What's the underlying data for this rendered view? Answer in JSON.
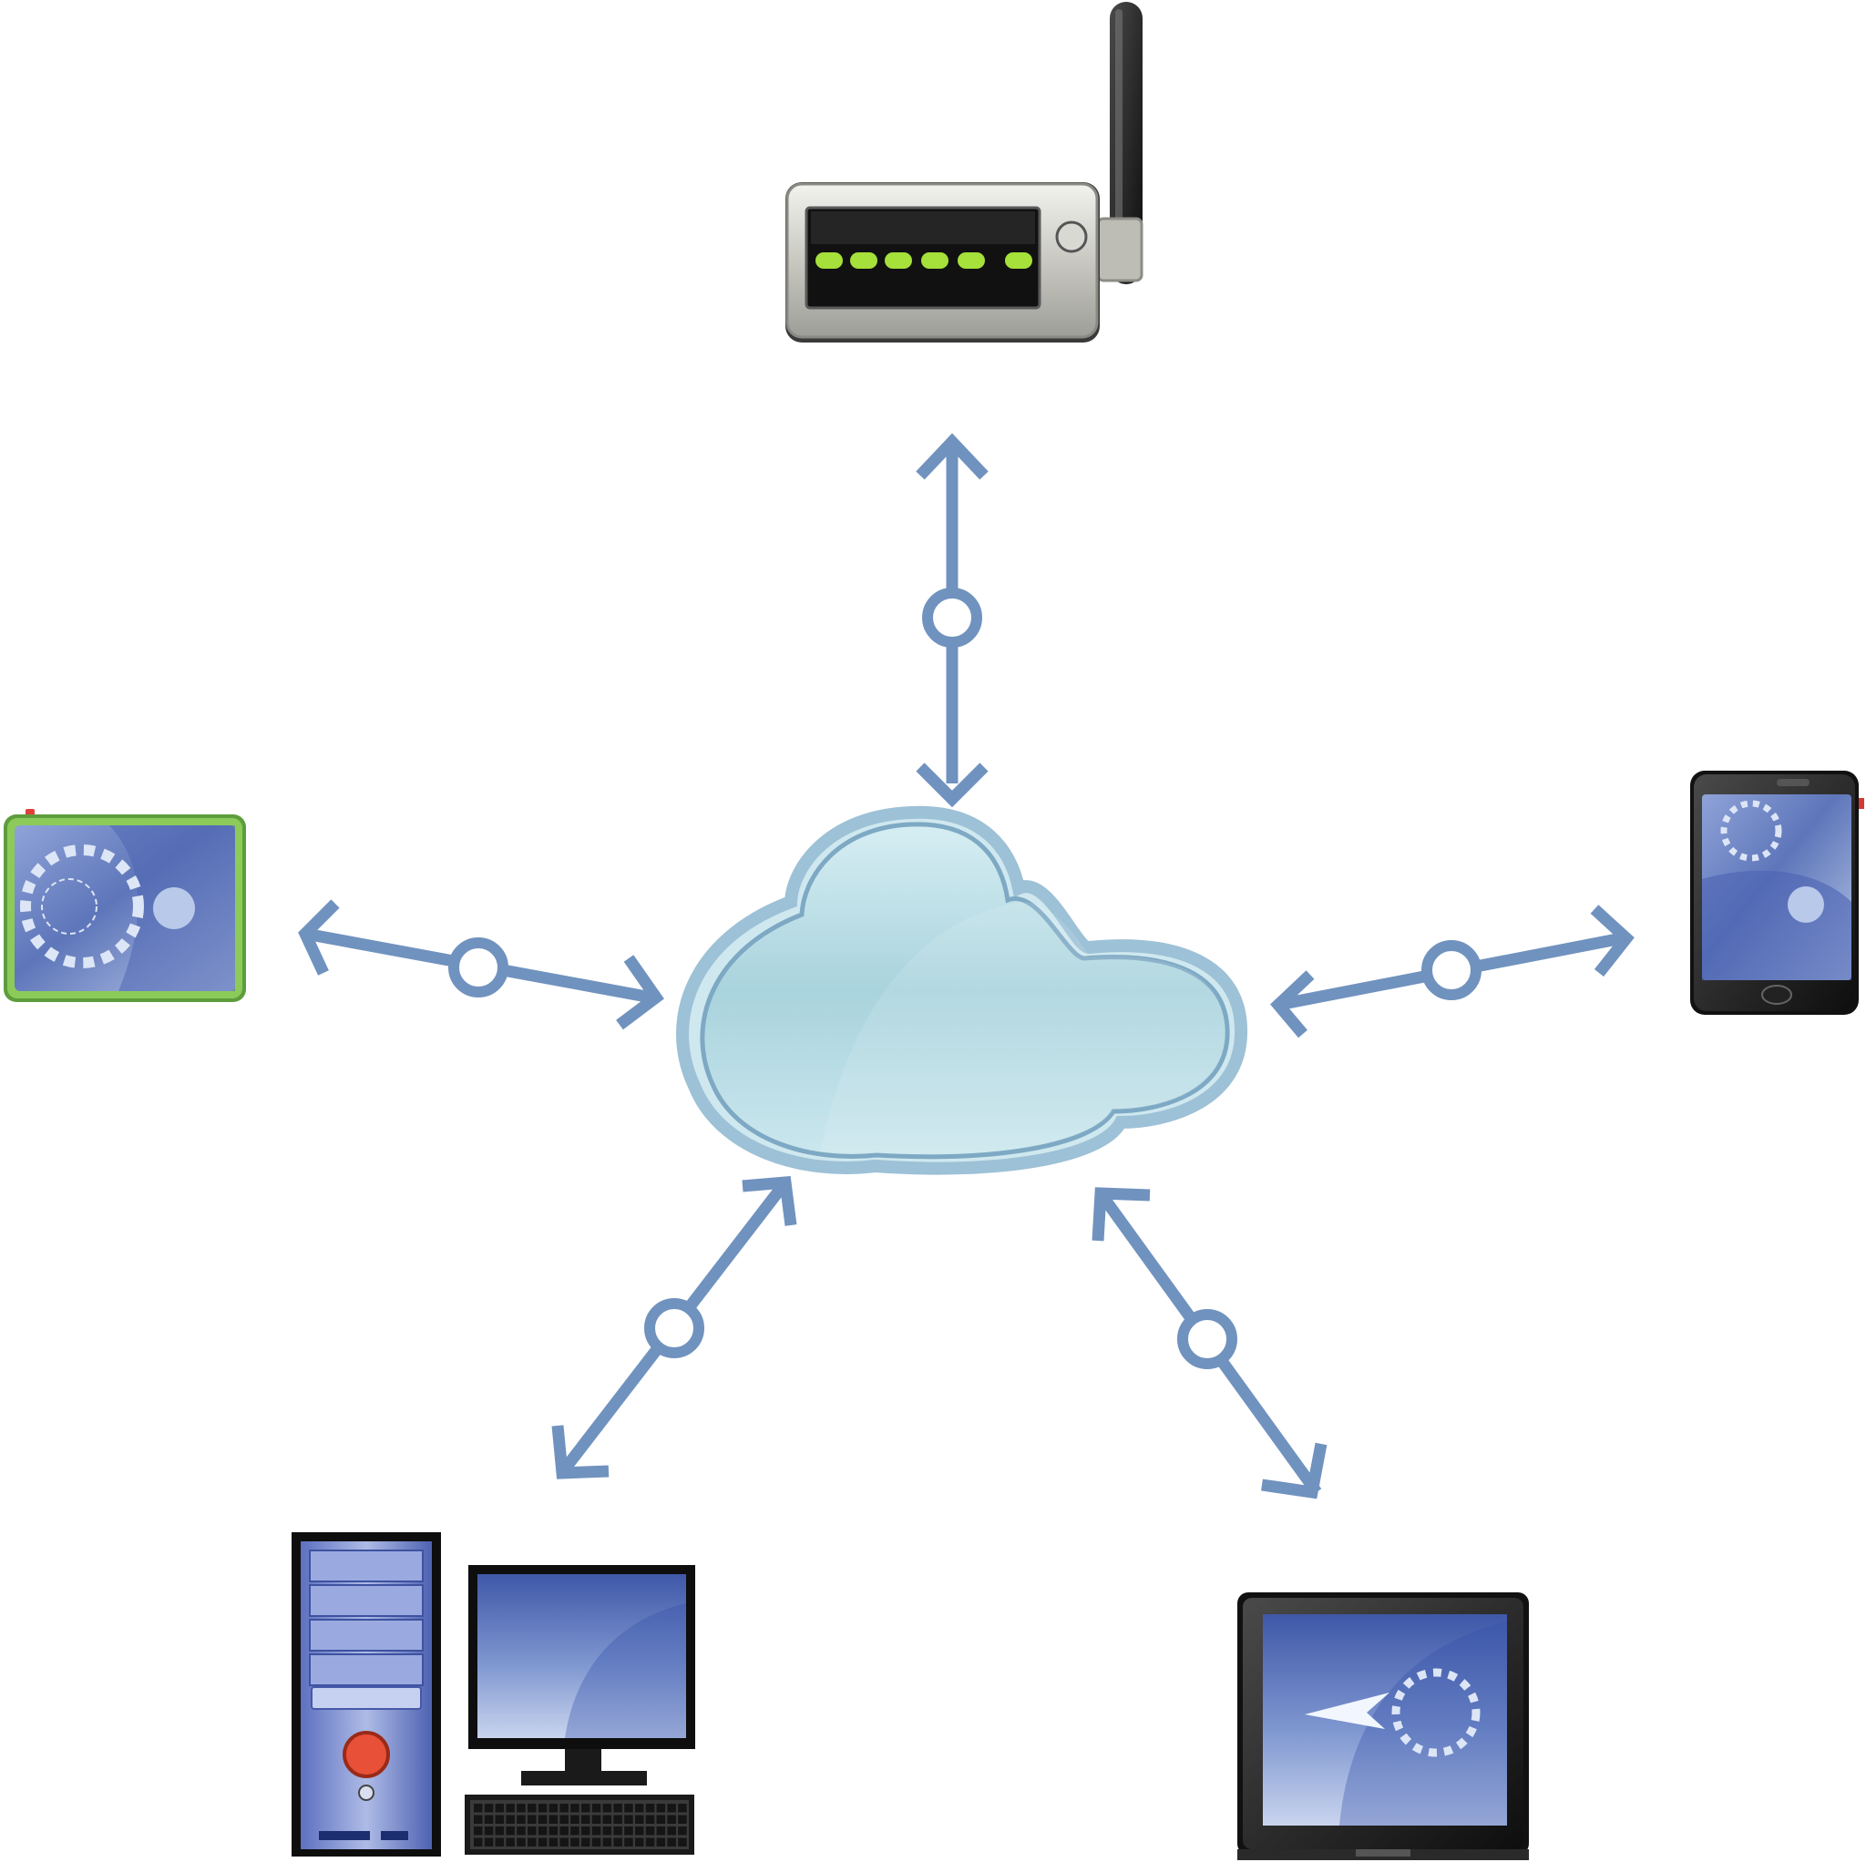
{
  "diagram": {
    "hub": {
      "id": "cloud",
      "icon": "cloud-icon"
    },
    "nodes": [
      {
        "id": "router",
        "icon": "wireless-router-icon"
      },
      {
        "id": "tablet-landscape",
        "icon": "tablet-icon"
      },
      {
        "id": "smartphone",
        "icon": "smartphone-icon"
      },
      {
        "id": "desktop-computer",
        "icon": "desktop-computer-icon"
      },
      {
        "id": "laptop",
        "icon": "laptop-icon"
      }
    ],
    "links": [
      {
        "from": "cloud",
        "to": "router",
        "direction": "bidirectional"
      },
      {
        "from": "cloud",
        "to": "tablet-landscape",
        "direction": "bidirectional"
      },
      {
        "from": "cloud",
        "to": "smartphone",
        "direction": "bidirectional"
      },
      {
        "from": "cloud",
        "to": "desktop-computer",
        "direction": "bidirectional"
      },
      {
        "from": "cloud",
        "to": "laptop",
        "direction": "bidirectional"
      }
    ]
  },
  "colors": {
    "connector": "#7092BE",
    "cloud_fill": "#B8DCE6",
    "cloud_stroke": "#8AB0CC",
    "screen": "#6E86C4",
    "led": "#A6E03A"
  }
}
